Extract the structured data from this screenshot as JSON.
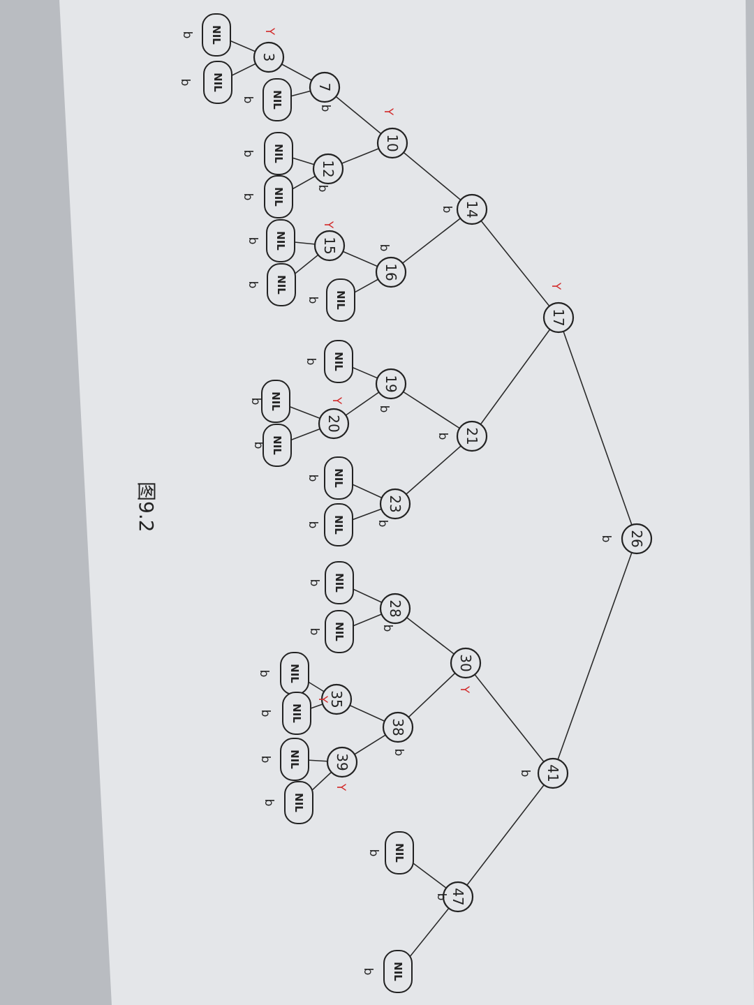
{
  "figure_label": "图9.2",
  "tree": {
    "nodes": [
      {
        "id": "n26",
        "key": "26",
        "color": "b"
      },
      {
        "id": "n17",
        "key": "17",
        "color": "r",
        "parent": "n26"
      },
      {
        "id": "n41",
        "key": "41",
        "color": "b",
        "parent": "n26"
      },
      {
        "id": "n14",
        "key": "14",
        "color": "b",
        "parent": "n17"
      },
      {
        "id": "n21",
        "key": "21",
        "color": "b",
        "parent": "n17"
      },
      {
        "id": "n30",
        "key": "30",
        "color": "r",
        "parent": "n41"
      },
      {
        "id": "n47",
        "key": "47",
        "color": "b",
        "parent": "n41"
      },
      {
        "id": "n10",
        "key": "10",
        "color": "r",
        "parent": "n14"
      },
      {
        "id": "n16",
        "key": "16",
        "color": "b",
        "parent": "n14"
      },
      {
        "id": "n19",
        "key": "19",
        "color": "b",
        "parent": "n21"
      },
      {
        "id": "n23",
        "key": "23",
        "color": "b",
        "parent": "n21"
      },
      {
        "id": "n28",
        "key": "28",
        "color": "b",
        "parent": "n30"
      },
      {
        "id": "n38",
        "key": "38",
        "color": "b",
        "parent": "n30"
      },
      {
        "id": "n7",
        "key": "7",
        "color": "b",
        "parent": "n10"
      },
      {
        "id": "n12",
        "key": "12",
        "color": "b",
        "parent": "n10"
      },
      {
        "id": "n15",
        "key": "15",
        "color": "r",
        "parent": "n16"
      },
      {
        "id": "n20",
        "key": "20",
        "color": "r",
        "parent": "n19"
      },
      {
        "id": "n35",
        "key": "35",
        "color": "r",
        "parent": "n38"
      },
      {
        "id": "n39",
        "key": "39",
        "color": "r",
        "parent": "n38"
      },
      {
        "id": "n3",
        "key": "3",
        "color": "r",
        "parent": "n7"
      }
    ],
    "nil_label": "NIL",
    "nils": [
      {
        "parent": "n3",
        "color": "b"
      },
      {
        "parent": "n3",
        "color": "b"
      },
      {
        "parent": "n7",
        "color": "b"
      },
      {
        "parent": "n12",
        "color": "b"
      },
      {
        "parent": "n12",
        "color": "b"
      },
      {
        "parent": "n15",
        "color": "b"
      },
      {
        "parent": "n15",
        "color": "b"
      },
      {
        "parent": "n16",
        "color": "b"
      },
      {
        "parent": "n19",
        "color": "b"
      },
      {
        "parent": "n20",
        "color": "b"
      },
      {
        "parent": "n20",
        "color": "b"
      },
      {
        "parent": "n23",
        "color": "b"
      },
      {
        "parent": "n23",
        "color": "b"
      },
      {
        "parent": "n28",
        "color": "b"
      },
      {
        "parent": "n28",
        "color": "b"
      },
      {
        "parent": "n35",
        "color": "b"
      },
      {
        "parent": "n35",
        "color": "b"
      },
      {
        "parent": "n39",
        "color": "b"
      },
      {
        "parent": "n39",
        "color": "b"
      },
      {
        "parent": "n47",
        "color": "b"
      },
      {
        "parent": "n47",
        "color": "b"
      }
    ]
  },
  "color_letters": {
    "black": "b",
    "red": "r"
  },
  "colors": {
    "red_mark": "#d22a2a",
    "ink": "#222222",
    "paper": "#e4e6e9"
  }
}
